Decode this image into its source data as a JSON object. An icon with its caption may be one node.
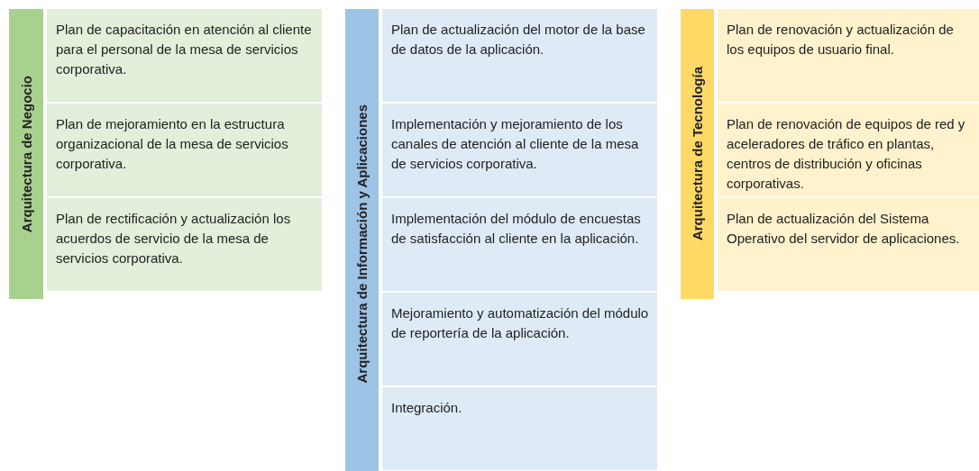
{
  "diagram": {
    "nodes": [
      {
        "text": [
          "Arquitectura de Negocio"
        ]
      },
      {
        "text": [
          "Plan de capacitación en atención al cliente para el personal de la mesa de servicios corporativa."
        ]
      },
      {
        "text": [
          "Plan de mejoramiento en la estructura organizacional de la mesa de servicios corporativa."
        ]
      },
      {
        "text": [
          "Plan de rectificación y actualización los acuerdos de servicio de la mesa de servicios corporativa."
        ]
      },
      {
        "text": [
          "Arquitectura de Información y Aplicaciones"
        ]
      },
      {
        "text": [
          "Plan de actualización del motor de la base de datos de la aplicación."
        ]
      },
      {
        "text": [
          "Implementación y mejoramiento de los canales de atención al cliente de la mesa de servicios corporativa."
        ]
      },
      {
        "text": [
          "Implementación del módulo de encuestas de satisfacción al cliente en la aplicación."
        ]
      },
      {
        "text": [
          "Mejoramiento y automatización del módulo de reportería de la aplicación."
        ]
      },
      {
        "text": [
          "Integración."
        ]
      },
      {
        "text": [
          "Arquitectura de Tecnología"
        ]
      },
      {
        "text": [
          "Plan de renovación y actualización de los equipos de usuario final."
        ]
      },
      {
        "text": [
          "Plan de renovación de equipos de red y aceleradores de tráfico en plantas, centros de distribución y oficinas corporativas."
        ]
      },
      {
        "text": [
          "Plan de actualización del Sistema Operativo del servidor de aplicaciones."
        ]
      }
    ]
  }
}
